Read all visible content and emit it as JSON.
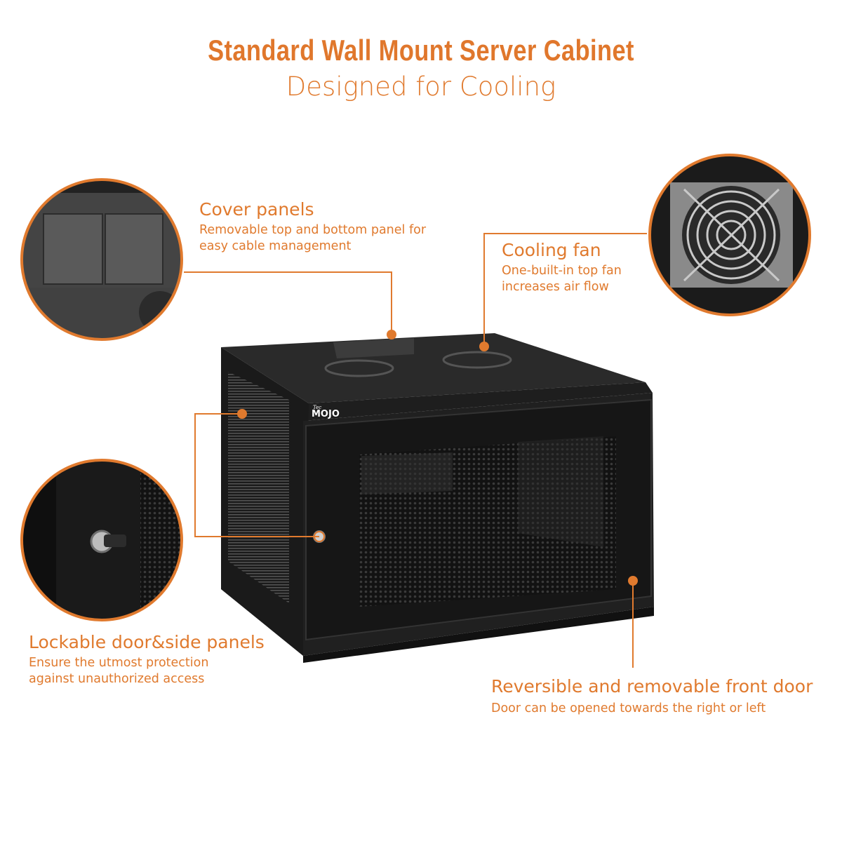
{
  "header": {
    "title": "Standard Wall Mount Server Cabinet",
    "subtitle": "Designed for Cooling"
  },
  "callouts": [
    {
      "title": "Cover panels",
      "lines": [
        "Removable top and bottom panel for",
        "easy cable management"
      ]
    },
    {
      "title": "Cooling fan",
      "lines": [
        "One-built-in top fan",
        "increases air flow"
      ]
    },
    {
      "title": "Lockable door&side panels",
      "lines": [
        "Ensure the utmost protection",
        "against unauthorized access"
      ]
    },
    {
      "title": "Reversible and removable front door",
      "lines": [
        "Door can be opened towards the right or left"
      ]
    }
  ],
  "product": {
    "brand_logo": "Tec MOJO"
  },
  "colors": {
    "accent": "#e07a2e",
    "cabinet": "#1c1c1c",
    "frame": "#6b6b6b"
  }
}
